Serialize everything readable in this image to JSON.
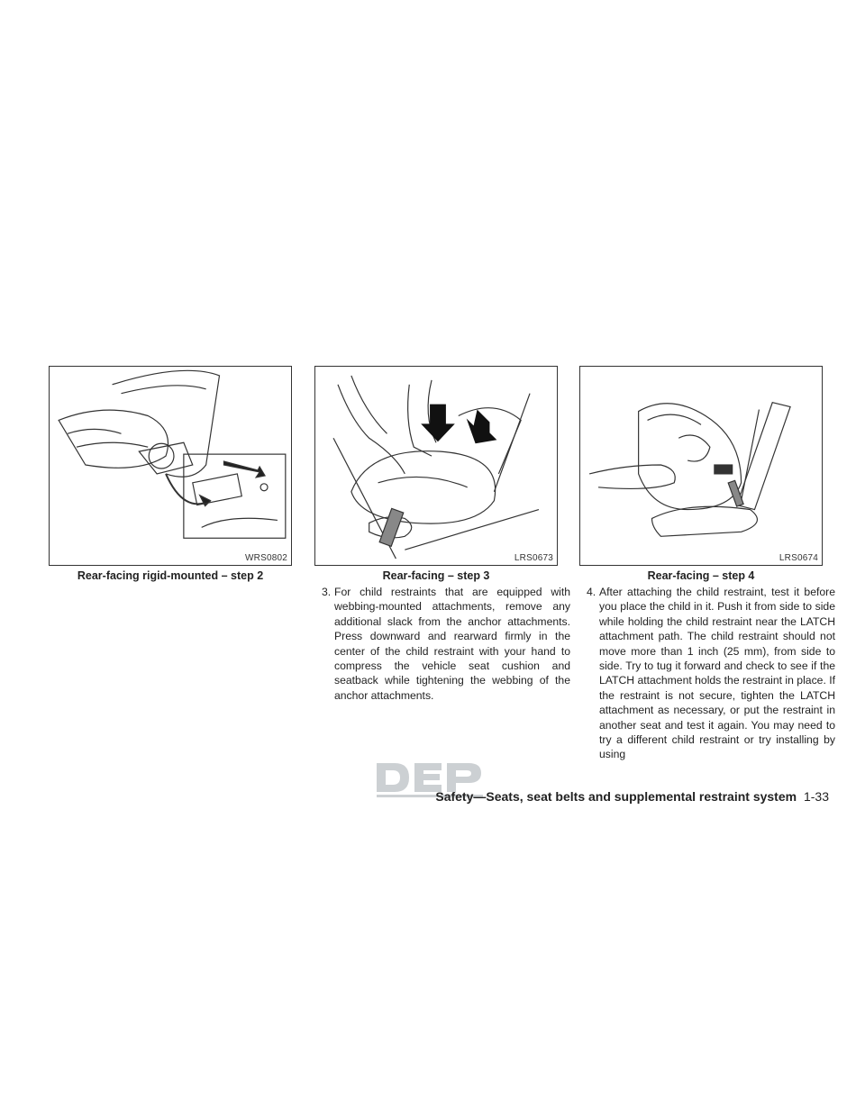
{
  "figures": [
    {
      "code": "WRS0802",
      "caption": "Rear-facing rigid-mounted – step 2"
    },
    {
      "code": "LRS0673",
      "caption": "Rear-facing – step 3"
    },
    {
      "code": "LRS0674",
      "caption": "Rear-facing – step 4"
    }
  ],
  "steps": [
    {
      "number": "3.",
      "text": "For child restraints that are equipped with webbing-mounted attachments, remove any additional slack from the anchor attachments. Press downward and rearward firmly in the center of the child restraint with your hand to compress the vehicle seat cushion and seatback while tightening the webbing of the anchor attachments."
    },
    {
      "number": "4.",
      "text": "After attaching the child restraint, test it before you place the child in it. Push it from side to side while holding the child restraint near the LATCH attachment path. The child restraint should not move more than 1 inch (25 mm), from side to side. Try to tug it forward and check to see if the LATCH attachment holds the restraint in place. If the restraint is not secure, tighten the LATCH attachment as necessary, or put the restraint in another seat and test it again. You may need to try a different child restraint or try installing by using"
    }
  ],
  "footer": {
    "section_title": "Safety—Seats, seat belts and supplemental restraint system",
    "page_number": "1-33"
  },
  "watermark": {
    "text": "DEP"
  }
}
